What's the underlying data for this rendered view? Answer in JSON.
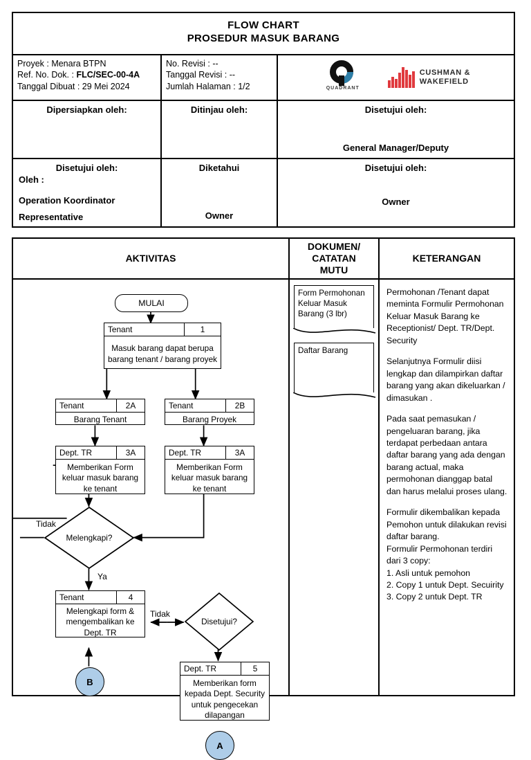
{
  "header": {
    "title_line1": "FLOW CHART",
    "title_line2": "PROSEDUR MASUK BARANG",
    "meta_left": {
      "proyek_label": "Proyek : Menara BTPN",
      "ref_label": "Ref. No. Dok. : ",
      "ref_value": "FLC/SEC-00-4A",
      "tanggal_dibuat": "Tanggal Dibuat : 29 Mei 2024"
    },
    "meta_mid": {
      "no_revisi": "No. Revisi : --",
      "tanggal_revisi": "Tanggal Revisi : --",
      "jumlah_halaman": "Jumlah Halaman : 1/2"
    },
    "logos": {
      "quadrant_name": "QUADRANT",
      "cushman_line1": "CUSHMAN &",
      "cushman_line2": "WAKEFIELD",
      "quadrant_black": "#111111",
      "quadrant_blue": "#2e7fa8",
      "cushman_red": "#e03a3e"
    },
    "signatures": {
      "row1": {
        "prepared_label": "Dipersiapkan oleh:",
        "reviewed_label": "Ditinjau oleh:",
        "approved_label": "Disetujui oleh:",
        "approved_name": "General Manager/Deputy"
      },
      "row2": {
        "approved_label": "Disetujui oleh:",
        "oleh_label": "Oleh :",
        "approved_name_l1": "Operation Koordinator",
        "approved_name_l2": "Representative",
        "known_label": "Diketahui",
        "known_name": "Owner",
        "approved2_label": "Disetujui oleh:",
        "approved2_name": "Owner"
      }
    }
  },
  "flow": {
    "columns": {
      "aktivitas": "AKTIVITAS",
      "dokumen_l1": "DOKUMEN/",
      "dokumen_l2": "CATATAN",
      "dokumen_l3": "MUTU",
      "keterangan": "KETERANGAN"
    },
    "nodes": {
      "start": "MULAI",
      "n1": {
        "role": "Tenant",
        "num": "1",
        "text": "Masuk barang dapat berupa barang tenant / barang proyek"
      },
      "n2a": {
        "role": "Tenant",
        "num": "2A",
        "text": "Barang Tenant"
      },
      "n2b": {
        "role": "Tenant",
        "num": "2B",
        "text": "Barang Proyek"
      },
      "n3a_left": {
        "role": "Dept. TR",
        "num": "3A",
        "text": "Memberikan Form keluar masuk barang ke tenant"
      },
      "n3a_right": {
        "role": "Dept. TR",
        "num": "3A",
        "text": "Memberikan Form keluar masuk barang ke tenant"
      },
      "d_melengkapi": "Melengkapi?",
      "n4": {
        "role": "Tenant",
        "num": "4",
        "text": "Melengkapi form & mengembalikan ke Dept. TR"
      },
      "d_disetujui": "Disetujui?",
      "n5": {
        "role": "Dept. TR",
        "num": "5",
        "text": "Memberikan form kepada Dept. Security untuk pengecekan dilapangan"
      },
      "conn_b": "B",
      "conn_a": "A"
    },
    "edge_labels": {
      "tidak_melengkapi": "Tidak",
      "ya_melengkapi": "Ya",
      "tidak_disetujui": "Tidak"
    },
    "documents": [
      "Form Permohonan Keluar Masuk Barang (3 lbr)",
      "Daftar Barang"
    ],
    "keterangan_paragraphs": [
      "Permohonan /Tenant dapat meminta Formulir Permohonan Keluar Masuk Barang ke Receptionist/ Dept. TR/Dept. Security",
      "Selanjutnya Formulir diisi lengkap dan dilampirkan daftar barang yang akan dikeluarkan / dimasukan .",
      "Pada saat pemasukan / pengeluaran barang, jika terdapat perbedaan antara daftar barang yang ada dengan barang actual, maka permohonan dianggap batal dan harus melalui proses ulang.",
      "Formulir dikembalikan kepada Pemohon untuk dilakukan revisi daftar barang.",
      "Formulir Permohonan terdiri dari 3 copy:",
      "1. Asli untuk pemohon",
      "2. Copy 1 untuk Dept. Secuirity",
      "3. Copy 2 untuk Dept. TR"
    ]
  },
  "colors": {
    "connector_fill": "#aecde8",
    "line": "#000000"
  }
}
